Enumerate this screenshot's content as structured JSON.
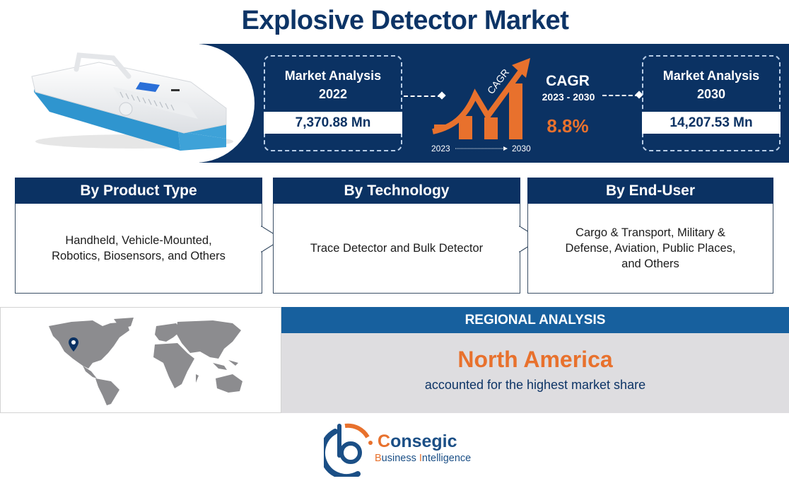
{
  "title": "Explosive Detector Market",
  "colors": {
    "navy": "#0b3263",
    "orange": "#e8712d",
    "regional_blue": "#17609e",
    "regional_bg": "#dedde0",
    "map_gray": "#8c8c8f",
    "device_blue": "#3ea2d8"
  },
  "hero": {
    "image": "handheld-explosive-detector-device",
    "market_2022": {
      "label_line1": "Market Analysis",
      "label_line2": "2022",
      "value": "7,370.88 Mn"
    },
    "market_2030": {
      "label_line1": "Market Analysis",
      "label_line2": "2030",
      "value": "14,207.53 Mn"
    },
    "cagr": {
      "graphic_label": "CAGR",
      "graphic_start_year": "2023",
      "graphic_end_year": "2030",
      "title": "CAGR",
      "range": "2023 - 2030",
      "value": "8.8%"
    }
  },
  "segments": [
    {
      "heading": "By Product Type",
      "body": "Handheld, Vehicle-Mounted, Robotics, Biosensors, and Others"
    },
    {
      "heading": "By Technology",
      "body": "Trace Detector and Bulk Detector"
    },
    {
      "heading": "By End-User",
      "body": "Cargo & Transport, Military & Defense, Aviation, Public Places, and Others"
    }
  ],
  "regional": {
    "heading": "REGIONAL ANALYSIS",
    "region": "North America",
    "note": "accounted for the highest market share",
    "map_pin": "location-pin-icon"
  },
  "logo": {
    "name_cap": "C",
    "name_rest": "onsegic",
    "tag_b": "B",
    "tag_usiness": "usiness ",
    "tag_i": "I",
    "tag_ntelligence": "ntelligence"
  }
}
